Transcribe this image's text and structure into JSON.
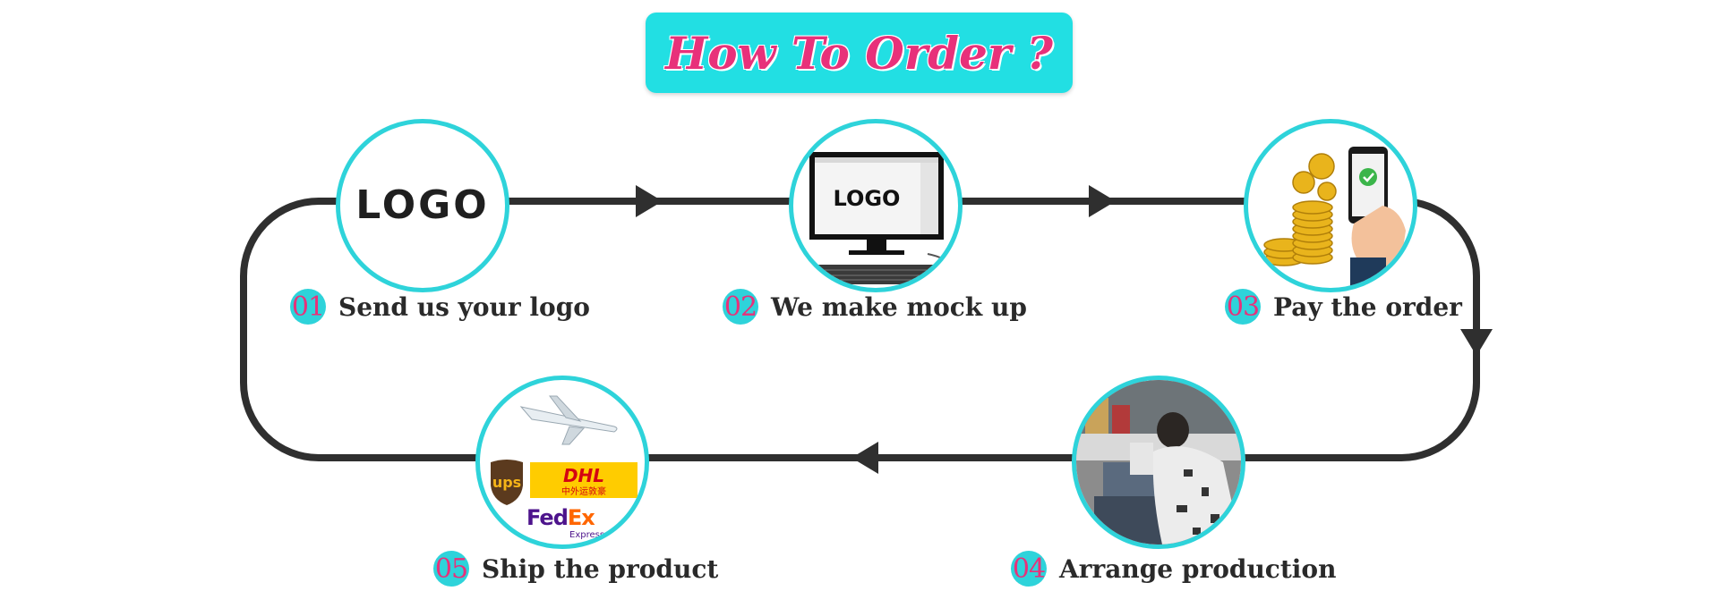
{
  "title": "How To Order ?",
  "colors": {
    "accent": "#2ed3da",
    "title_bg": "#22dfe3",
    "pink": "#e8317a",
    "line": "#2f2f2f"
  },
  "steps": [
    {
      "num": "01",
      "label": "Send us your logo",
      "image": "logo-text-image",
      "logo": "LOGO"
    },
    {
      "num": "02",
      "label": "We make mock up",
      "image": "computer-monitor-image",
      "logo": "LOGO"
    },
    {
      "num": "03",
      "label": "Pay the order",
      "image": "coins-phone-payment-image"
    },
    {
      "num": "04",
      "label": "Arrange production",
      "image": "sewing-worker-photo"
    },
    {
      "num": "05",
      "label": "Ship the product",
      "image": "shipping-carriers-image",
      "carriers": {
        "ups": "ups",
        "dhl": "DHL",
        "dhl_sub": "中外运敦豪",
        "fedex_fed": "Fed",
        "fedex_ex": "Ex",
        "fedex_sub": "Express"
      }
    }
  ]
}
